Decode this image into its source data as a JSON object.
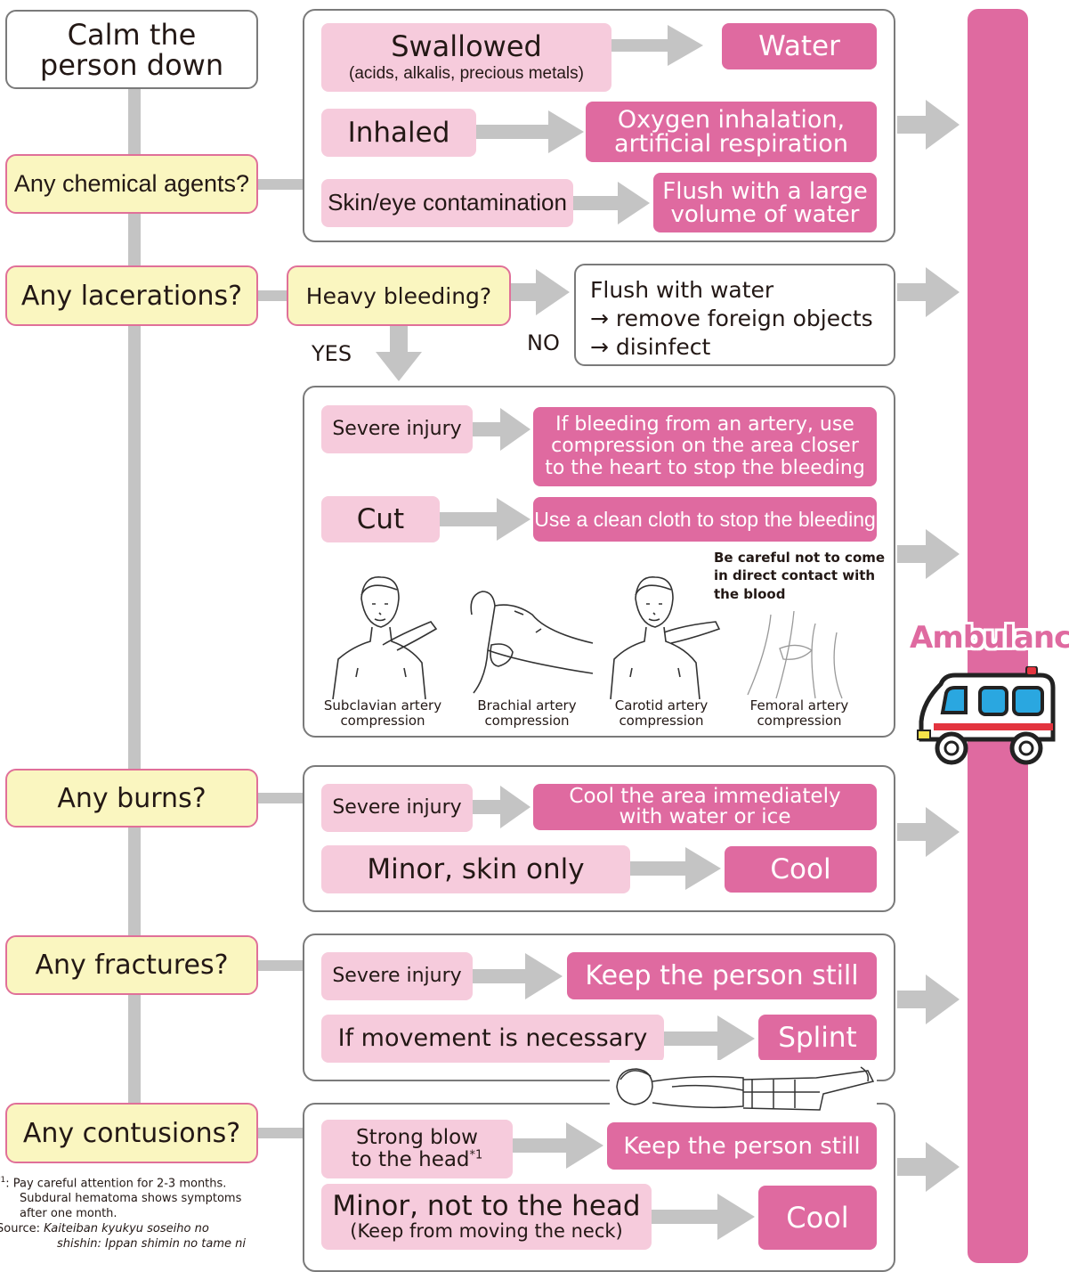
{
  "start": {
    "line1": "Calm the",
    "line2": "person down"
  },
  "questions": {
    "chemical": "Any chemical agents?",
    "lacerations": "Any lacerations?",
    "burns": "Any burns?",
    "fractures": "Any fractures?",
    "contusions": "Any contusions?"
  },
  "chemical": {
    "swallowed": {
      "main": "Swallowed",
      "sub": "(acids, alkalis, precious metals)",
      "action": "Water"
    },
    "inhaled": {
      "label": "Inhaled",
      "action1": "Oxygen inhalation,",
      "action2": "artificial respiration"
    },
    "skin": {
      "label": "Skin/eye contamination",
      "action1": "Flush with a large",
      "action2": "volume of water"
    }
  },
  "lacerations": {
    "heavy_bleeding": "Heavy bleeding?",
    "yes": "YES",
    "no": "NO",
    "no_action": {
      "line1": "Flush with water",
      "line2": "→ remove foreign objects",
      "line3": "→ disinfect"
    },
    "severe": {
      "label": "Severe injury",
      "action1": "If bleeding from an artery, use",
      "action2": "compression on the area closer",
      "action3": "to the heart to stop the bleeding"
    },
    "cut": {
      "label": "Cut",
      "action": "Use a clean cloth to stop the bleeding"
    },
    "caution": {
      "line1": "Be careful not to come",
      "line2": "in direct contact with",
      "line3": "the blood"
    },
    "figures": [
      {
        "line1": "Subclavian artery",
        "line2": "compression"
      },
      {
        "line1": "Brachial artery",
        "line2": "compression"
      },
      {
        "line1": "Carotid artery",
        "line2": "compression"
      },
      {
        "line1": "Femoral artery",
        "line2": "compression"
      }
    ]
  },
  "burns": {
    "severe": {
      "label": "Severe injury",
      "action1": "Cool the area immediately",
      "action2": "with water or ice"
    },
    "minor": {
      "label": "Minor, skin only",
      "action": "Cool"
    }
  },
  "fractures": {
    "severe": {
      "label": "Severe injury",
      "action": "Keep the person still"
    },
    "movement": {
      "label": "If movement is necessary",
      "action": "Splint"
    }
  },
  "contusions": {
    "head": {
      "line1": "Strong blow",
      "line2": "to the head",
      "mark": "*1",
      "action": "Keep the person still"
    },
    "minor": {
      "line1": "Minor, not to the head",
      "line2": "(Keep from moving the neck)",
      "action": "Cool"
    }
  },
  "ambulance": {
    "label": "Ambulance"
  },
  "footnote": {
    "mark": "*1",
    "line1": ": Pay careful attention for 2-3 months.",
    "line2": "Subdural hematoma shows symptoms",
    "line3": "after one month.",
    "source_label": "Source: ",
    "source1": "Kaiteiban kyukyu soseiho no",
    "source2": "shishin: Ippan shimin no tame ni"
  },
  "colors": {
    "magenta": "#df6aa0",
    "pink": "#f6cbdc",
    "yellow": "#faf6c0",
    "arrow": "#c4c4c4",
    "border": "#7a7a7a"
  }
}
